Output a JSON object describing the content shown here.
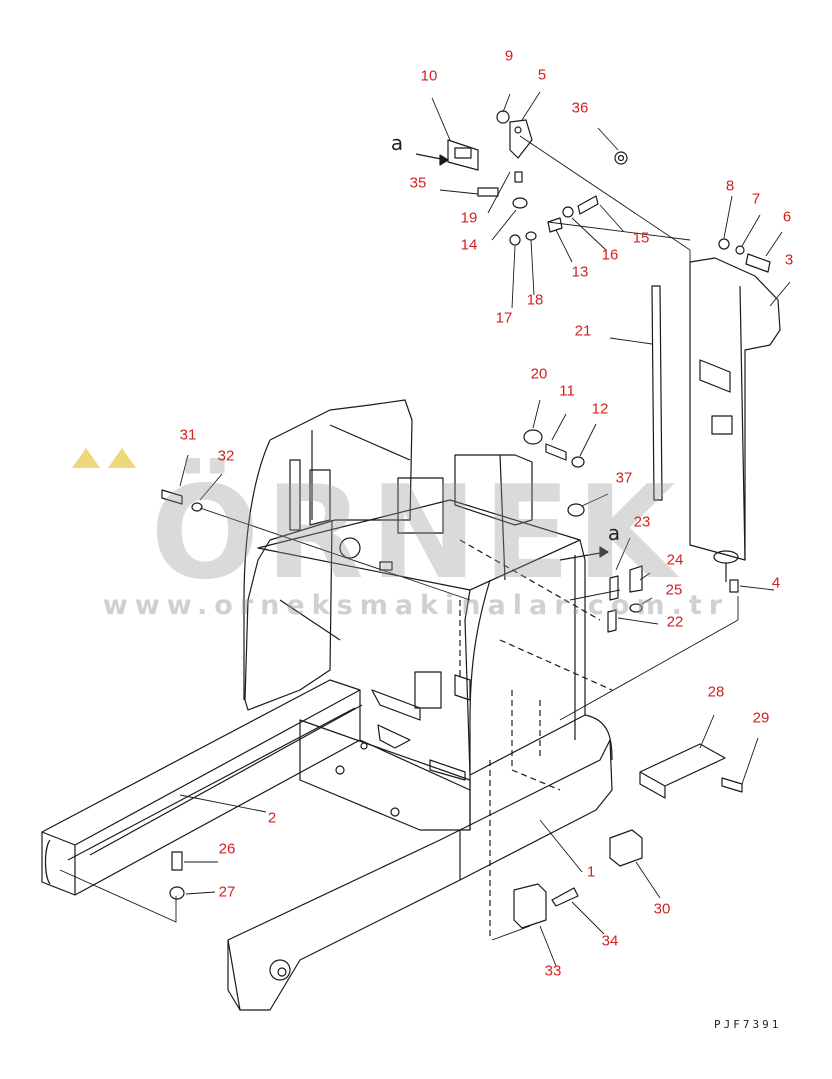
{
  "diagram": {
    "drawing_code": "PJF7391",
    "view_marker": "a",
    "parts": [
      "1",
      "2",
      "3",
      "4",
      "5",
      "6",
      "7",
      "8",
      "9",
      "10",
      "11",
      "12",
      "13",
      "14",
      "15",
      "16",
      "17",
      "18",
      "19",
      "20",
      "21",
      "22",
      "23",
      "24",
      "25",
      "26",
      "27",
      "28",
      "29",
      "30",
      "31",
      "32",
      "33",
      "34",
      "35",
      "36",
      "37"
    ]
  },
  "watermark": {
    "logo": "ÖRNEK",
    "url": "www.orneksmakinalar.com.tr",
    "dot_color": "#e8c840",
    "text_color": "#969696"
  },
  "colors": {
    "line": "#1a1a1a",
    "callout": "#d42020"
  }
}
